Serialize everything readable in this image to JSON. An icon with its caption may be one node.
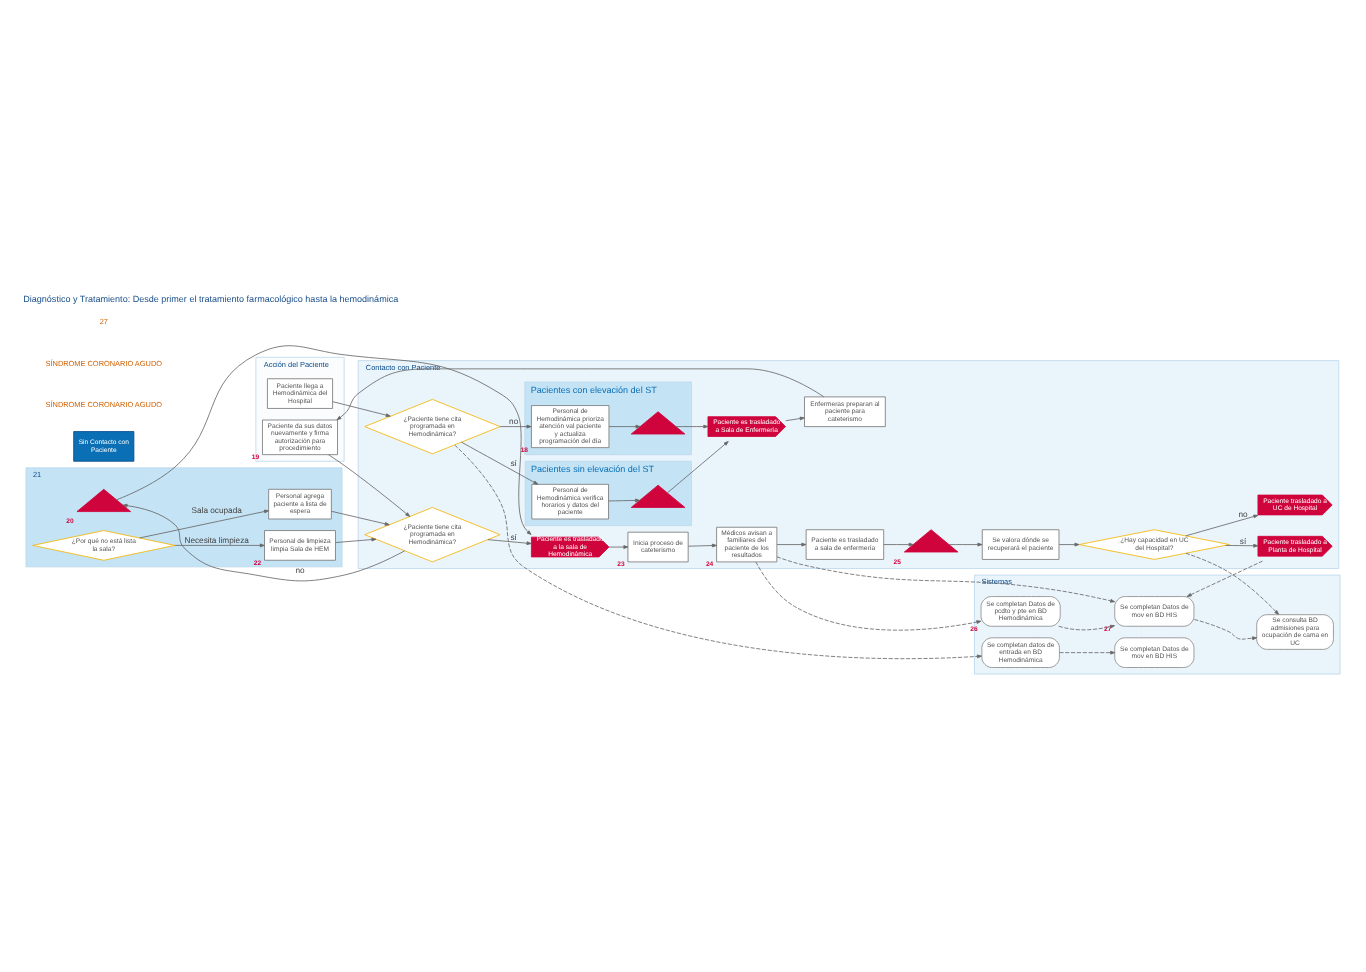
{
  "diagram": {
    "title": "Diagnóstico y Tratamiento: Desde primer el tratamiento farmacológico hasta la hemodinámica",
    "nodes": [
      {
        "text": [
          "Acción del Paciente"
        ]
      },
      {
        "text": [
          "Paciente llega a Hemodinámica del Hospital"
        ],
        "in": 0
      },
      {
        "text": [
          "Paciente da sus datos nuevamente y firma autorización para procedimiento"
        ],
        "in": 0,
        "beside": [
          "19"
        ]
      },
      {
        "text": [
          "Contacto con Paciente"
        ]
      },
      {
        "text": [
          "¿Paciente tiene cita programada en Hemodinámica?"
        ],
        "in": 3
      },
      {
        "text": [
          "Pacientes sin elevación del ST"
        ],
        "in": 3
      },
      {
        "text": [
          "Personal de Hemodinámica verifica horarios y datos del paciente"
        ],
        "in": 5
      },
      {
        "text": [],
        "shape": "triangle",
        "in": 5
      },
      {
        "text": [
          "Pacientes con elevación del ST"
        ],
        "in": 3
      },
      {
        "text": [
          "Personal de Hemodinámica prioriza atención val paciente y actualiza programación del día"
        ],
        "in": 8,
        "beside": [
          "18"
        ]
      },
      {
        "text": [],
        "shape": "triangle",
        "in": 8
      },
      {
        "text": [
          "Paciente es trasladado a Sala de Enfermería"
        ],
        "in": 3
      },
      {
        "text": [
          "Enfermeras preparan al paciente para cateterismo"
        ],
        "in": 3
      },
      {
        "text": [
          "Paciente es trasladado a la sala de Hemodinámica"
        ],
        "in": 3
      },
      {
        "text": [
          "Inicia proceso de cateterismo"
        ],
        "in": 3,
        "beside": [
          "23"
        ]
      },
      {
        "text": [
          "Médicos avisan a familiares del paciente de los resultados"
        ],
        "in": 3,
        "beside": [
          "24"
        ]
      },
      {
        "text": [
          "Paciente es trasladado a sala de enfermería"
        ],
        "in": 3
      },
      {
        "text": [],
        "shape": "triangle",
        "in": 3,
        "beside": [
          "25"
        ]
      },
      {
        "text": [
          "Se valora dónde se recuperará el paciente"
        ],
        "in": 3
      },
      {
        "text": [
          "¿Hay capacidad en UC del Hospital?"
        ],
        "in": 3
      },
      {
        "text": [
          "Paciente trasladado a UC de Hospital"
        ],
        "in": 3
      },
      {
        "text": [
          "Paciente trasladado a Planta de Hospital"
        ],
        "in": 3
      },
      {
        "text": [
          "¿Paciente tiene cita programada en Hemodinámica?"
        ],
        "in": 3
      },
      {
        "text": [],
        "shape": "box",
        "beside": [
          "21"
        ]
      },
      {
        "text": [],
        "shape": "triangle",
        "in": 23,
        "beside": [
          "20"
        ]
      },
      {
        "text": [
          "¿Por qué no está lista la sala?"
        ],
        "in": 23
      },
      {
        "text": [
          "Personal de limpieza limpia Sala de HEM"
        ],
        "in": 23,
        "beside": [
          "22"
        ]
      },
      {
        "text": [
          "Personal agrega paciente a lista de espera"
        ],
        "in": 23
      },
      {
        "text": [
          "Sin Contacto con Paciente"
        ]
      },
      {
        "text": [
          "Sistemas"
        ]
      },
      {
        "text": [
          "Se completan datos de entrada en BD Hemodinámica"
        ],
        "in": 29
      },
      {
        "text": [
          "Se completan Datos de mov en BD HIS"
        ],
        "in": 29
      },
      {
        "text": [
          "Se completan Datos de pcdto y pte en BD Hemodinámica"
        ],
        "in": 29,
        "beside": [
          "26"
        ]
      },
      {
        "text": [
          "Se completan Datos de mov en BD HIS"
        ],
        "in": 29,
        "beside": [
          "27"
        ]
      },
      {
        "text": [
          "Se consulta BD admisiones para ocupación de cama en UC"
        ],
        "in": 29
      }
    ],
    "edges": [
      {
        "from": 1,
        "to": 4,
        "arrow": "to"
      },
      {
        "from": 4,
        "to": 6,
        "arrow": "to",
        "label": "sí"
      },
      {
        "from": 4,
        "to": 9,
        "arrow": "to",
        "label": "no"
      },
      {
        "from": 6,
        "to": 7,
        "arrow": "to"
      },
      {
        "from": 9,
        "to": 10,
        "arrow": "to"
      },
      {
        "from": 7,
        "to": 11,
        "arrow": "to"
      },
      {
        "from": 10,
        "to": 11,
        "arrow": "to"
      },
      {
        "from": 11,
        "to": 12,
        "arrow": "to"
      },
      {
        "from": 12,
        "to": 2,
        "arrow": "to"
      },
      {
        "from": 2,
        "to": 22,
        "arrow": "to"
      },
      {
        "from": 22,
        "to": 13,
        "arrow": "to",
        "label": "sí"
      },
      {
        "from": 22,
        "to": 24,
        "arrow": "to",
        "label": "no"
      },
      {
        "from": 24,
        "to": 13,
        "arrow": "to"
      },
      {
        "from": 25,
        "to": 26,
        "arrow": "to",
        "label": "Necesita limpieza"
      },
      {
        "from": 25,
        "to": 27,
        "arrow": "to",
        "label": "Sala ocupada"
      },
      {
        "from": 26,
        "to": 22,
        "arrow": "to"
      },
      {
        "from": 27,
        "to": 22,
        "arrow": "to"
      },
      {
        "from": 13,
        "to": 14,
        "arrow": "to"
      },
      {
        "from": 14,
        "to": 15,
        "arrow": "to"
      },
      {
        "from": 15,
        "to": 16,
        "arrow": "to"
      },
      {
        "from": 16,
        "to": 17,
        "arrow": "to"
      },
      {
        "from": 17,
        "to": 18,
        "arrow": "to"
      },
      {
        "from": 18,
        "to": 19,
        "arrow": "to"
      },
      {
        "from": 19,
        "to": 21,
        "arrow": "to",
        "label": "sí"
      },
      {
        "from": 19,
        "to": 20,
        "arrow": "to",
        "label": "no"
      },
      {
        "from": 4,
        "to": 30,
        "arrow": "to",
        "style": "dashed"
      },
      {
        "from": 30,
        "to": 31,
        "arrow": "to",
        "style": "dashed"
      },
      {
        "from": 15,
        "to": 32,
        "arrow": "to",
        "style": "dashed"
      },
      {
        "from": 15,
        "to": 33,
        "arrow": "to",
        "style": "dashed"
      },
      {
        "from": 21,
        "to": 33,
        "arrow": "to",
        "style": "dashed"
      },
      {
        "from": 19,
        "to": 34,
        "arrow": "to",
        "style": "dashed"
      },
      {
        "from": 32,
        "to": 33,
        "arrow": "to",
        "style": "dashed"
      },
      {
        "from": 33,
        "to": 34,
        "arrow": "to",
        "style": "dashed"
      }
    ],
    "labels": [
      "SÍNDROME CORONARIO AGUDO",
      "SÍNDROME CORONARIO AGUDO",
      "27"
    ]
  }
}
